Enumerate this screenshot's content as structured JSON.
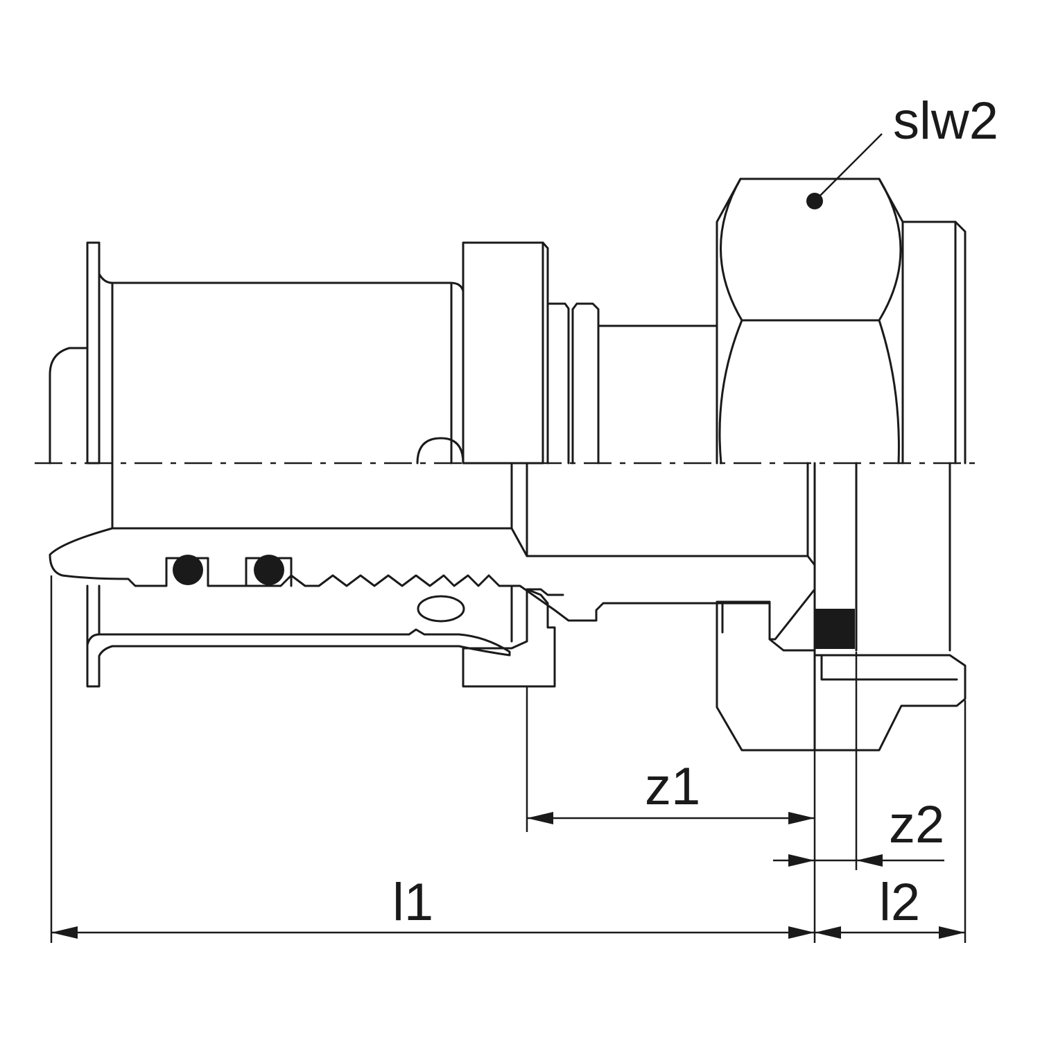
{
  "labels": {
    "slw2": "slw2",
    "z1": "z1",
    "z2": "z2",
    "l1": "l1",
    "l2": "l2"
  }
}
